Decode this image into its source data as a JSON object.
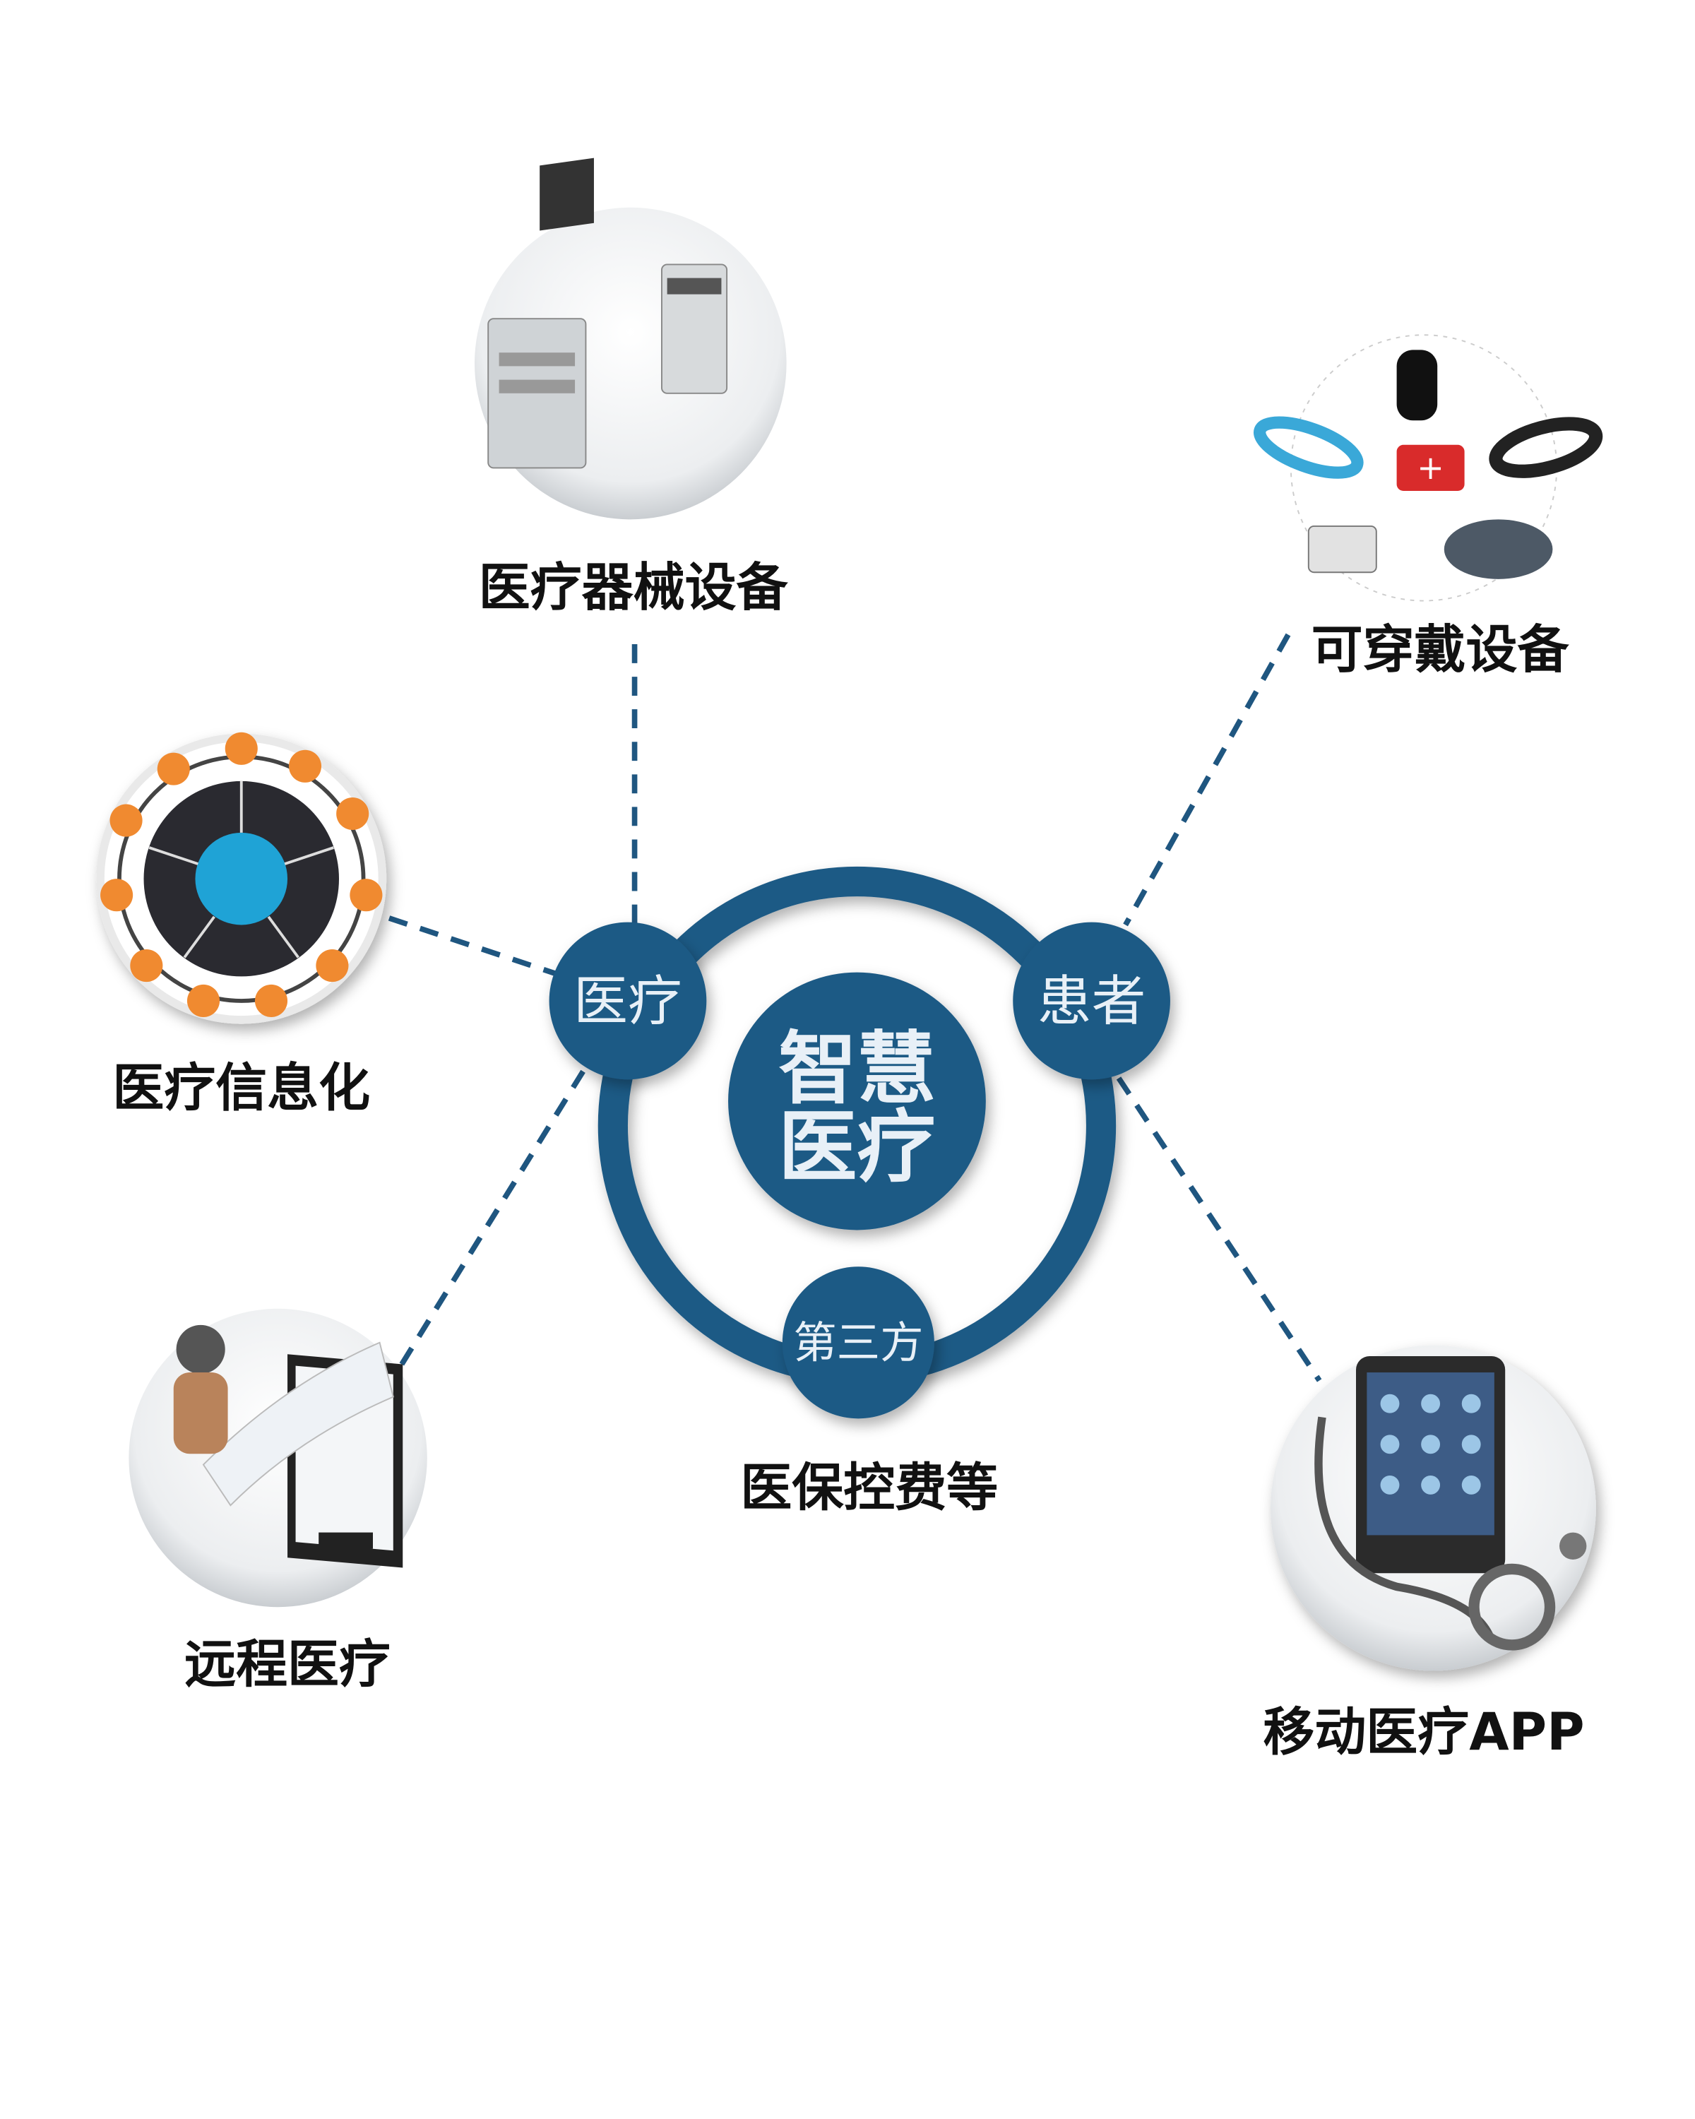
{
  "center": {
    "line1": "智慧",
    "line2": "医疗"
  },
  "nodes": {
    "medical": "医疗",
    "patient": "患者",
    "third_party": "第三方"
  },
  "labels": {
    "equipment": "医疗器械设备",
    "wearable": "可穿戴设备",
    "informatization": "医疗信息化",
    "remote": "远程医疗",
    "insurance": "医保控费等",
    "mobile_app": "移动医疗APP"
  },
  "colors": {
    "primary": "#1f5a85",
    "accent": "#f08a30"
  }
}
